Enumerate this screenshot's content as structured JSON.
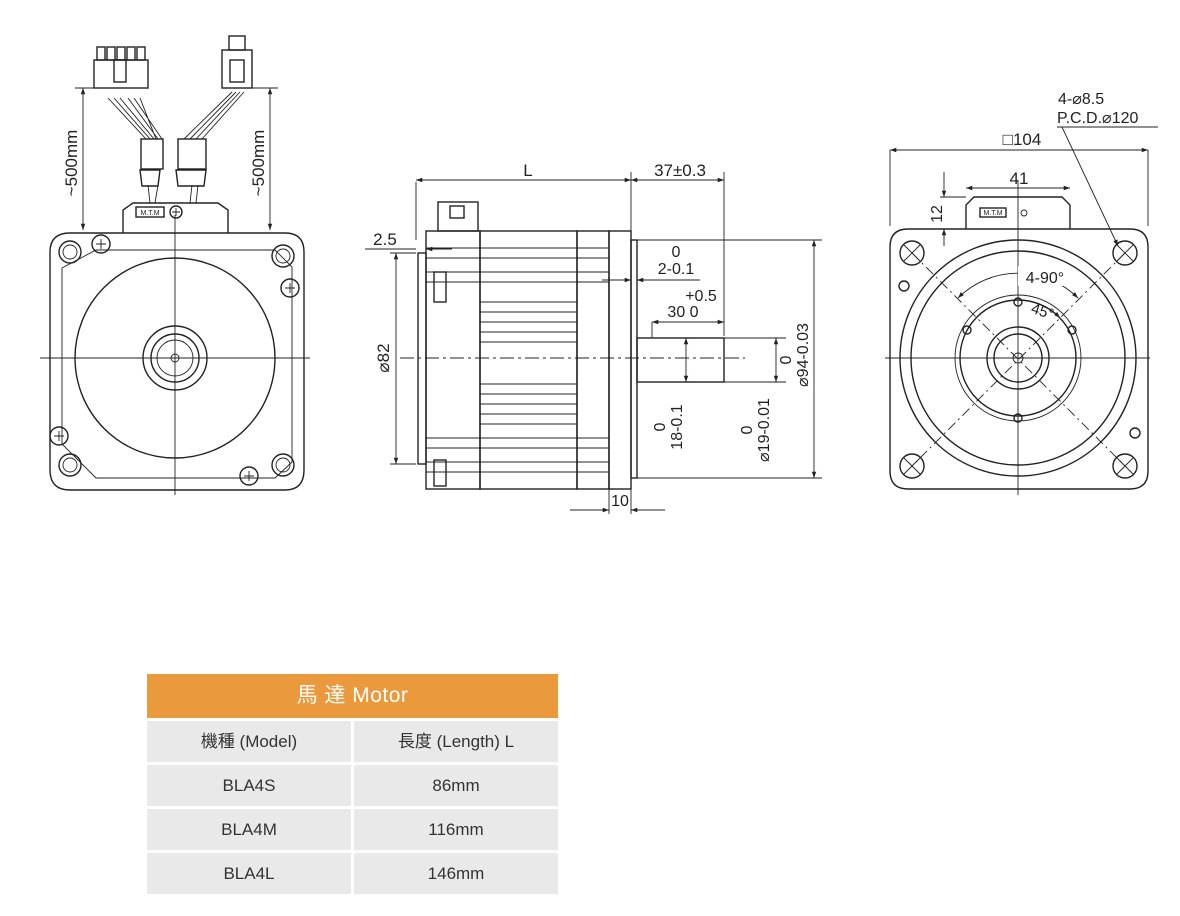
{
  "drawing": {
    "front_view": {
      "cable_left_length": "~500mm",
      "cable_right_length": "~500mm",
      "connector_label": "M.T.M"
    },
    "side_view": {
      "length": "L",
      "offset": "2.5",
      "shaft_length": "37±0.3",
      "tol_zero_a": "0",
      "key_offset": "2-0.1",
      "tol_plus": "+0.5",
      "key_length": "30 0",
      "body_dia": "⌀82",
      "shaft_flat_zero": "0",
      "shaft_flat": "18-0.1",
      "shaft_dia_zero": "0",
      "shaft_dia": "⌀19-0.01",
      "pilot_zero": "0",
      "pilot_dia": "⌀94-0.03",
      "pilot_length": "10"
    },
    "end_view": {
      "holes": "4-⌀8.5",
      "pcd": "P.C.D.⌀120",
      "square": "□104",
      "connector_width": "41",
      "connector_height": "12",
      "angle_spacing": "4-90°",
      "angle_offset": "45°",
      "connector_label": "M.T.M"
    }
  },
  "table": {
    "title": "馬 達 Motor",
    "headers": [
      "機種 (Model)",
      "長度 (Length) L"
    ],
    "rows": [
      {
        "model": "BLA4S",
        "length": "86mm"
      },
      {
        "model": "BLA4M",
        "length": "116mm"
      },
      {
        "model": "BLA4L",
        "length": "146mm"
      }
    ]
  }
}
